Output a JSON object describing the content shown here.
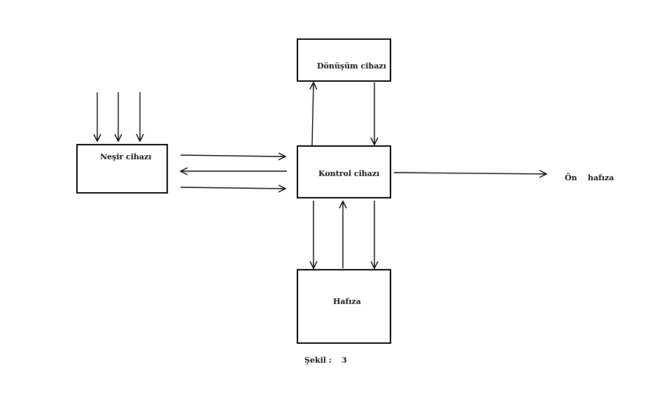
{
  "boxes": {
    "nesir": "Neşir cihazı",
    "donusum": "Dönüşüm cihazı",
    "kontrol": "Kontrol cihazı",
    "hafiza": "Hafıza"
  },
  "output_label": {
    "on": "Ön",
    "hafiza": "hafıza"
  },
  "caption": {
    "label": "Şekil :",
    "number": "3"
  }
}
